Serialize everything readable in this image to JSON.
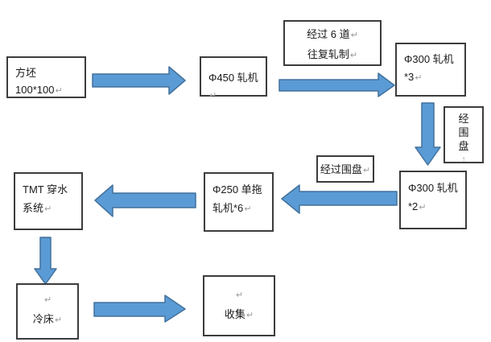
{
  "diagram": {
    "type": "flowchart",
    "language": "zh-CN",
    "colors": {
      "arrow_fill": "#5b9bd5",
      "arrow_stroke": "#41719c",
      "box_border": "#3c3c3c",
      "text": "#1a1a1a",
      "paragraph_mark": "#9a9a9a",
      "background": "#ffffff"
    },
    "marks": {
      "return": "↵",
      "up": "↑"
    },
    "nodes": {
      "billet": {
        "text": "方坯 100*100"
      },
      "mill450": {
        "text": "Φ450 轧机"
      },
      "passes_note": {
        "line1": "经过 6 道",
        "line2": "往复轧制"
      },
      "mill300_x3": {
        "line1": "Φ300 轧机",
        "line2": "*3"
      },
      "loop_note_vertical": {
        "char1": "经",
        "char2": "围",
        "char3": "盘"
      },
      "mill300_x2": {
        "line1": "Φ300 轧机",
        "line2": "*2"
      },
      "loop_note": {
        "text": "经过围盘"
      },
      "mill250": {
        "line1": "Φ250 单拖",
        "line2": "轧机*6"
      },
      "tmt": {
        "line1": "TMT 穿水",
        "line2": "系统"
      },
      "cooling_bed": {
        "text": "冷床"
      },
      "collection": {
        "text": "收集"
      }
    },
    "flow_order": [
      "billet",
      "mill450",
      "mill300_x3",
      "mill300_x2",
      "mill250",
      "tmt",
      "cooling_bed",
      "collection"
    ]
  }
}
